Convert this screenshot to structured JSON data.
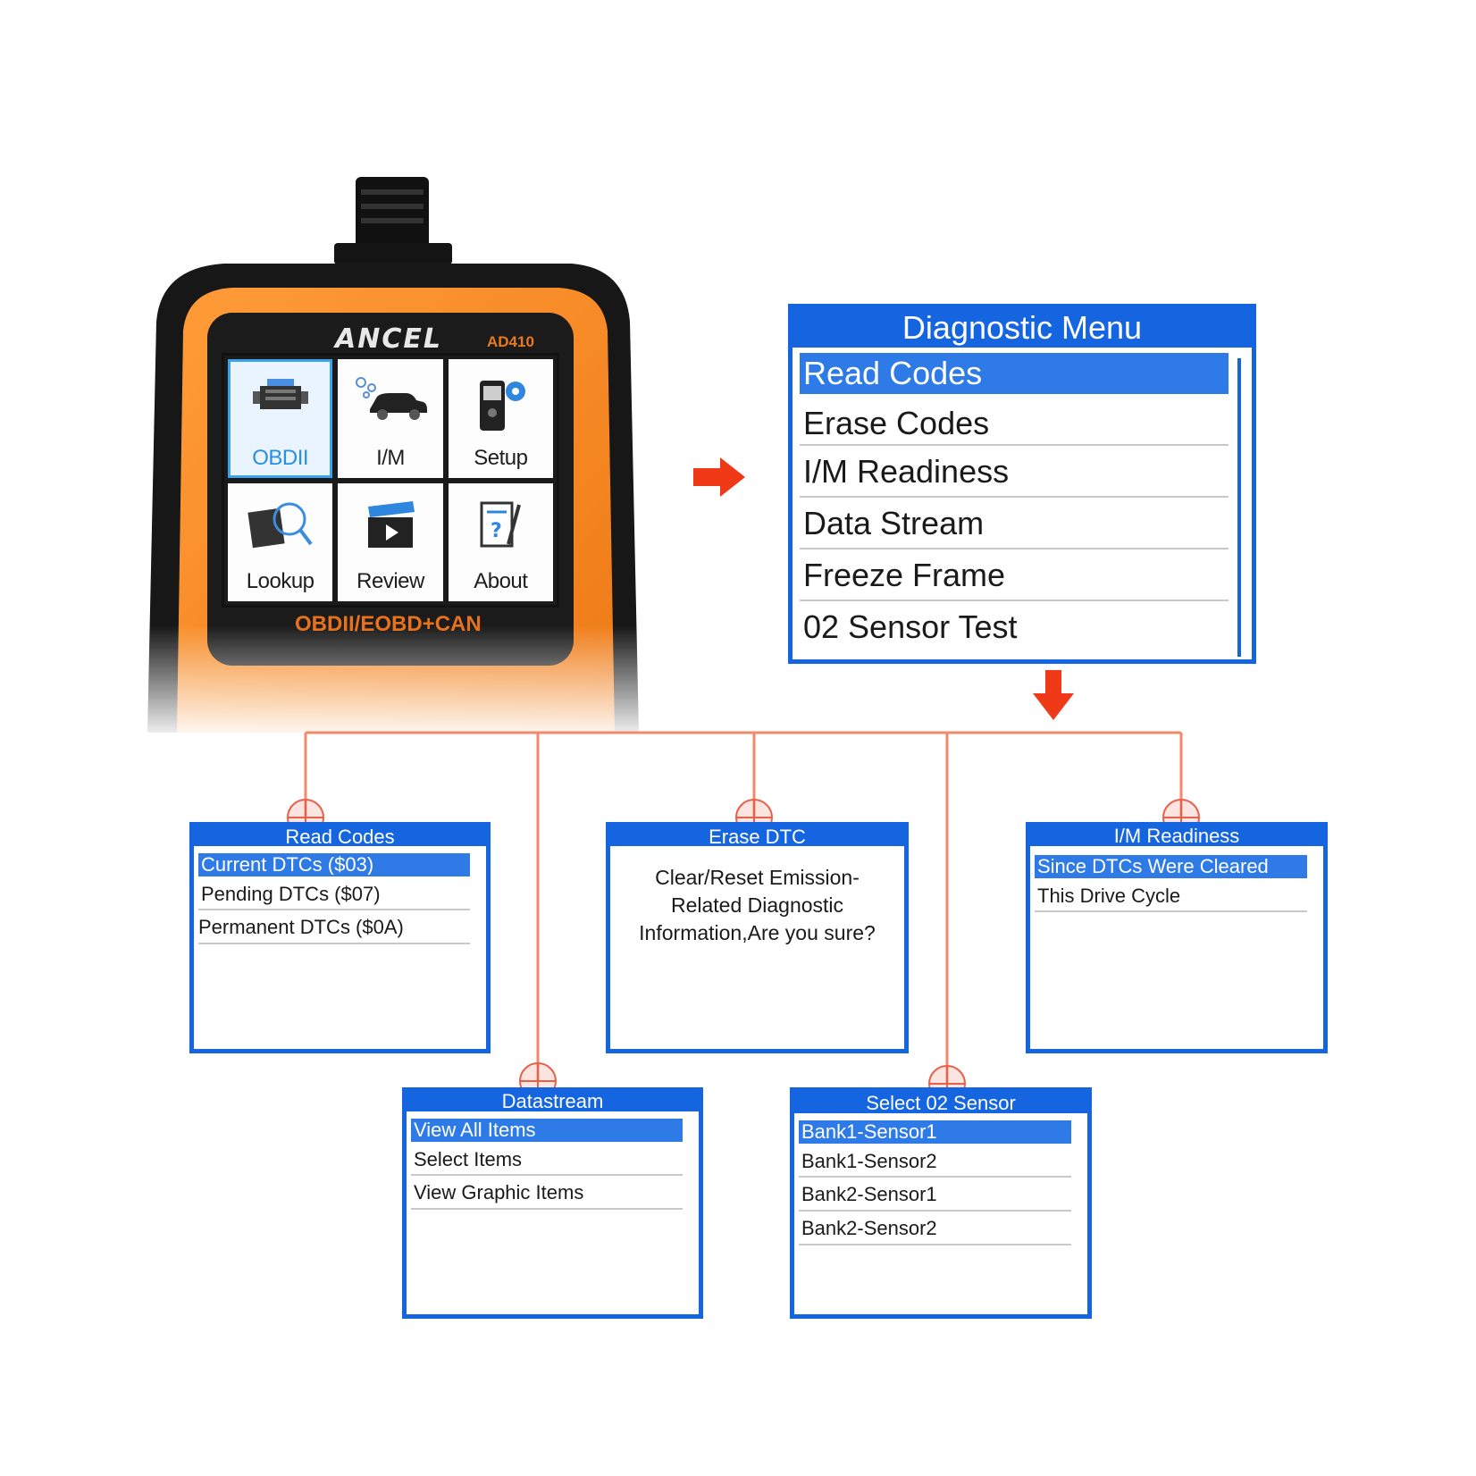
{
  "device": {
    "brand": "ANCEL",
    "model": "AD410",
    "bottom_label": "OBDII/EOBD+CAN",
    "tiles": [
      {
        "label": "OBDII",
        "icon": "engine-icon"
      },
      {
        "label": "I/M",
        "icon": "car-icon"
      },
      {
        "label": "Setup",
        "icon": "scanner-gear-icon"
      },
      {
        "label": "Lookup",
        "icon": "magnifier-icon"
      },
      {
        "label": "Review",
        "icon": "clapperboard-icon"
      },
      {
        "label": "About",
        "icon": "document-question-icon"
      }
    ]
  },
  "diagnostic_menu": {
    "title": "Diagnostic Menu",
    "items": [
      "Read Codes",
      "Erase Codes",
      "I/M Readiness",
      "Data Stream",
      "Freeze Frame",
      "02 Sensor Test"
    ],
    "selected": 0
  },
  "read_codes": {
    "title": "Read Codes",
    "items": [
      "Current DTCs ($03)",
      "Pending DTCs ($07)",
      "Permanent DTCs ($0A)"
    ]
  },
  "erase_dtc": {
    "title": "Erase DTC",
    "message": "Clear/Reset Emission-\nRelated Diagnostic\nInformation,Are you sure?"
  },
  "im_readiness": {
    "title": "I/M Readiness",
    "items": [
      "Since DTCs Were Cleared",
      "This Drive Cycle"
    ]
  },
  "datastream": {
    "title": "Datastream",
    "items": [
      "View All Items",
      "Select Items",
      "View Graphic Items"
    ]
  },
  "o2_sensor": {
    "title": "Select 02 Sensor",
    "items": [
      "Bank1-Sensor1",
      "Bank1-Sensor2",
      "Bank2-Sensor1",
      "Bank2-Sensor2"
    ]
  },
  "colors": {
    "menu_blue": "#1565e0",
    "highlight_blue": "#2e7be8",
    "connector_orange": "#f08a6a",
    "arrow_red": "#f03a17",
    "device_orange": "#f28c28"
  }
}
